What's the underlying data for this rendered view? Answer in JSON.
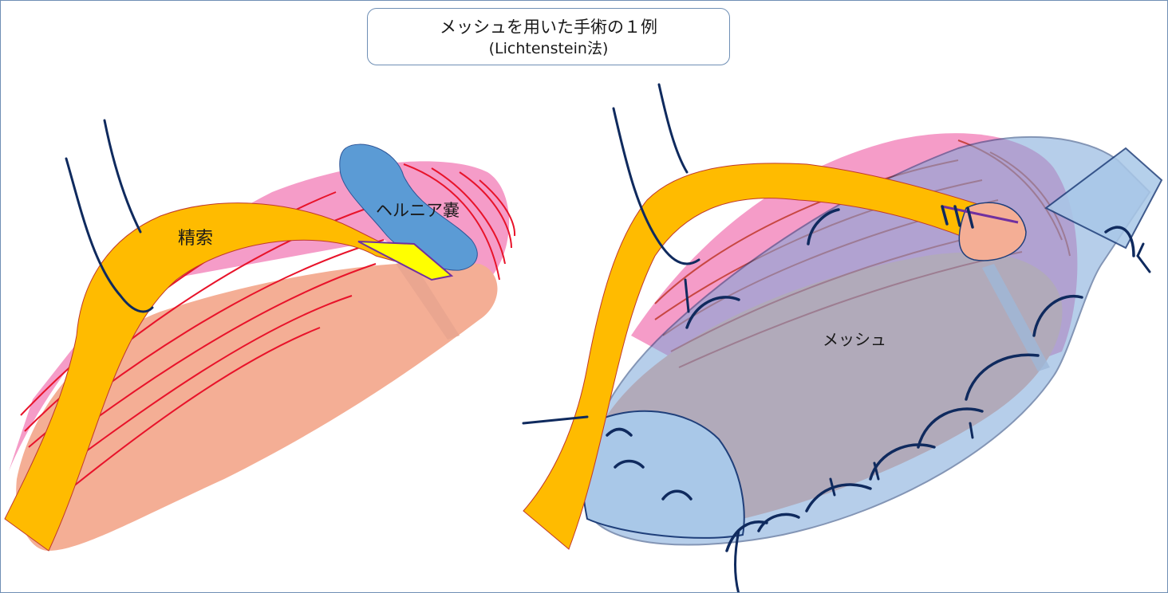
{
  "title": {
    "line1": "メッシュを用いた手術の１例",
    "line2": "(Lichtenstein法)"
  },
  "left_diagram": {
    "spermatic_cord_label": "精索",
    "hernia_sac_label": "ヘルニア嚢"
  },
  "right_diagram": {
    "mesh_label": "メッシュ"
  },
  "colors": {
    "muscle_pink": "#f59cc8",
    "muscle_line_red": "#e8132a",
    "tissue_salmon": "#f4ae95",
    "cord_orange": "#ffbb00",
    "hernia_sac_blue": "#5b9bd5",
    "sac_neck_yellow": "#ffff00",
    "mesh_blue": "#a9c8e8",
    "suture_navy": "#0f2a5e",
    "border_blue": "#6f8fb5"
  }
}
